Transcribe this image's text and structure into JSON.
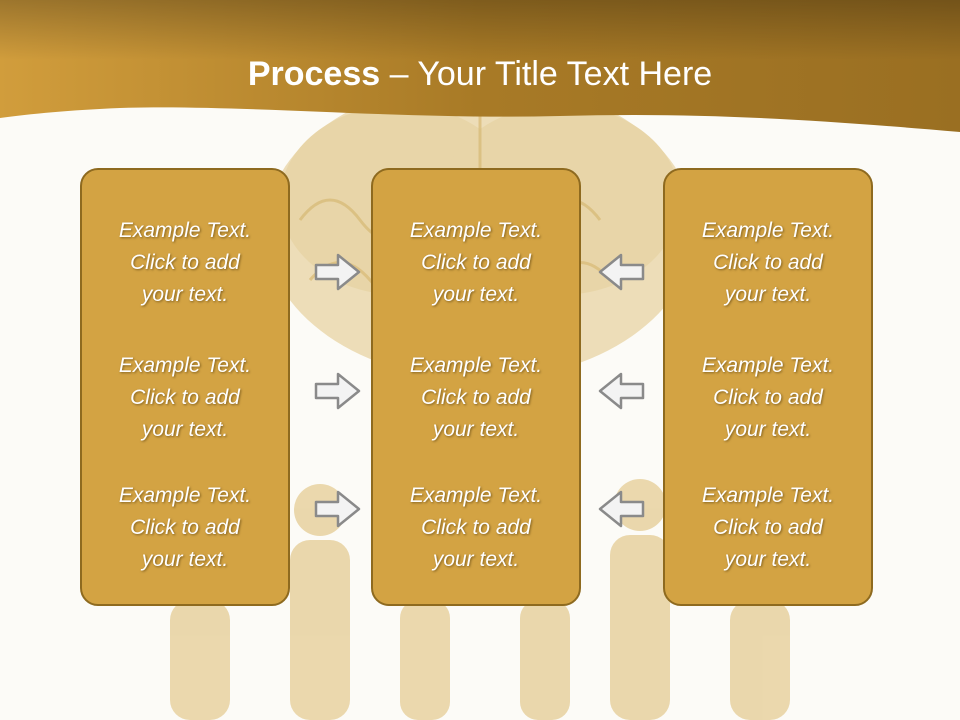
{
  "title": {
    "bold": "Process",
    "rest": " – Your Title Text Here"
  },
  "columns": [
    {
      "items": [
        "Example Text.\nClick  to add\nyour text.",
        "Example Text.\nClick  to add\nyour text.",
        "Example Text.\nClick  to add\nyour text."
      ]
    },
    {
      "items": [
        "Example Text.\nClick  to add\nyour text.",
        "Example Text.\nClick  to add\nyour text.",
        "Example Text.\nClick  to add\nyour text."
      ]
    },
    {
      "items": [
        "Example Text.\nClick  to add\nyour text.",
        "Example Text.\nClick  to add\nyour text.",
        "Example Text.\nClick  to add\nyour text."
      ]
    }
  ],
  "arrows": {
    "left_group": "arrow-right-icon",
    "right_group": "arrow-left-icon"
  },
  "colors": {
    "header": "#b5852c",
    "box_fill": "#d3a343",
    "box_border": "#8e6a1f",
    "background": "#fcfbf7"
  }
}
